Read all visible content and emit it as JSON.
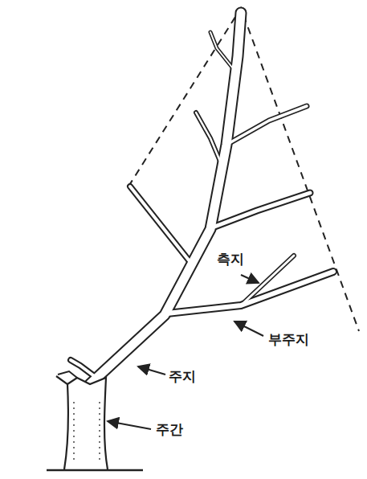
{
  "diagram": {
    "labels": [
      "측지",
      "부주지",
      "주지",
      "주간"
    ]
  }
}
